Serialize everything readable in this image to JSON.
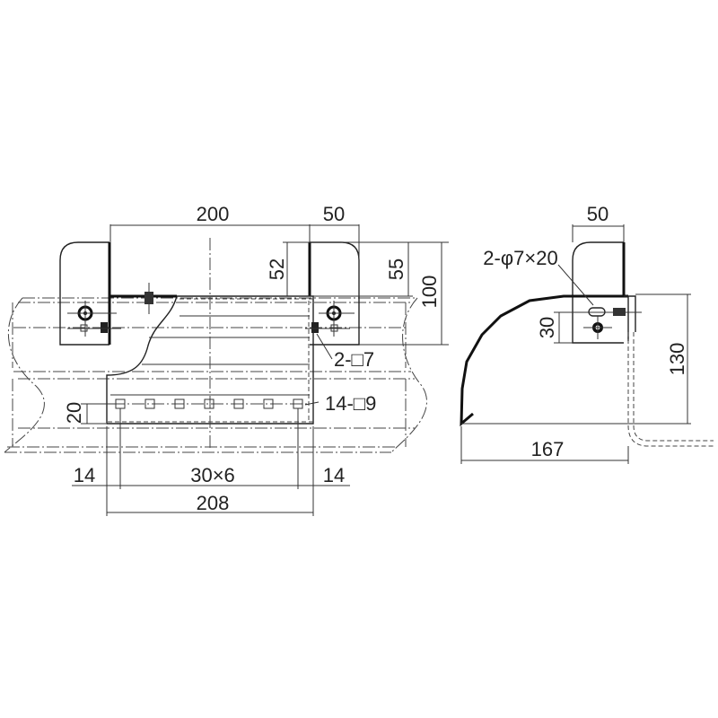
{
  "front_view": {
    "dimensions": {
      "width_200": "200",
      "bracket_width_50": "50",
      "height_52": "52",
      "height_55": "55",
      "height_100": "100",
      "hole_offset_20": "20",
      "edge_left_14": "14",
      "pitch_30x6": "30×6",
      "edge_right_14": "14",
      "total_208": "208"
    },
    "callouts": {
      "square_holes_small": "2-□7",
      "square_holes_large": "14-□9"
    }
  },
  "side_view": {
    "dimensions": {
      "bracket_width_50": "50",
      "slot_pitch_30": "30",
      "height_130": "130",
      "depth_167": "167"
    },
    "callouts": {
      "slot_holes": "2-φ7×20"
    }
  }
}
